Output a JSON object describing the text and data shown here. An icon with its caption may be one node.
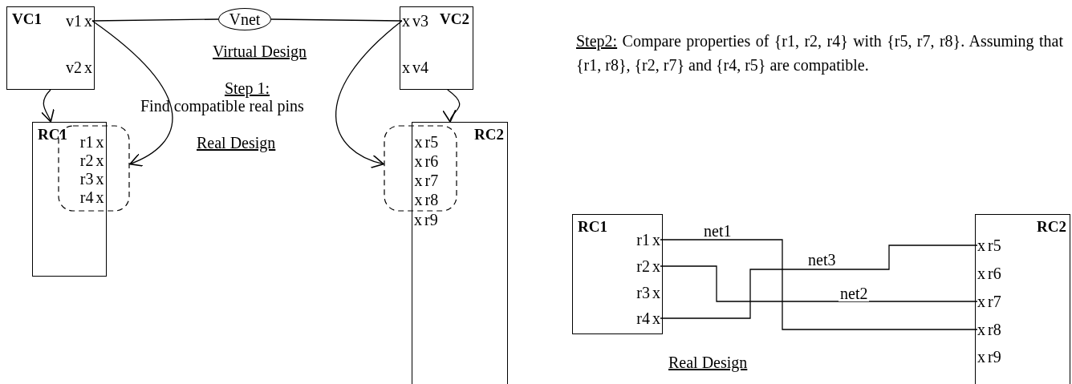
{
  "diagram": {
    "nodes": [
      {
        "text": [
          "VC1"
        ]
      },
      {
        "text": [
          "v1",
          "x"
        ],
        "in": 0
      },
      {
        "text": [
          "v2",
          "x"
        ],
        "in": 0
      },
      {
        "text": [
          "Vnet"
        ]
      },
      {
        "text": [
          "VC2"
        ]
      },
      {
        "text": [
          "x",
          "v3"
        ],
        "in": 4
      },
      {
        "text": [
          "x",
          "v4"
        ],
        "in": 4
      },
      {
        "text": [
          "RC1"
        ]
      },
      {
        "text": [
          "r1",
          "x"
        ]
      },
      {
        "text": [
          "r2",
          "x"
        ]
      },
      {
        "text": [
          "r3",
          "x"
        ]
      },
      {
        "text": [
          "r4",
          "x"
        ]
      },
      {
        "text": [],
        "shape": "cloud"
      },
      {
        "text": [
          "RC2"
        ]
      },
      {
        "text": [
          "x",
          "r5"
        ]
      },
      {
        "text": [
          "x",
          "r6"
        ]
      },
      {
        "text": [
          "x",
          "r7"
        ]
      },
      {
        "text": [
          "x",
          "r8"
        ]
      },
      {
        "text": [
          "x",
          "r9"
        ],
        "in": 13
      },
      {
        "text": [],
        "shape": "cloud"
      },
      {
        "text": [
          "RC1"
        ]
      },
      {
        "text": [
          "r1",
          "x"
        ],
        "in": 20
      },
      {
        "text": [
          "r2",
          "x"
        ],
        "in": 20
      },
      {
        "text": [
          "r3",
          "x"
        ],
        "in": 20
      },
      {
        "text": [
          "r4",
          "x"
        ],
        "in": 20
      },
      {
        "text": [
          "RC2"
        ]
      },
      {
        "text": [
          "x",
          "r5"
        ],
        "in": 25
      },
      {
        "text": [
          "x",
          "r6"
        ],
        "in": 25
      },
      {
        "text": [
          "x",
          "r7"
        ],
        "in": 25
      },
      {
        "text": [
          "x",
          "r8"
        ],
        "in": 25
      },
      {
        "text": [
          "x",
          "r9"
        ],
        "in": 25
      }
    ],
    "edges": [
      {
        "from": 1,
        "to": 3,
        "arrow": "none"
      },
      {
        "from": 3,
        "to": 5,
        "arrow": "none"
      },
      {
        "from": 0,
        "to": 7,
        "arrow": "to"
      },
      {
        "from": 1,
        "to": 12,
        "arrow": "to"
      },
      {
        "from": 5,
        "to": 19,
        "arrow": "to"
      },
      {
        "from": 4,
        "to": 13,
        "arrow": "to"
      },
      {
        "from": 21,
        "to": 29,
        "arrow": "none",
        "label": "net1"
      },
      {
        "from": 24,
        "to": 26,
        "arrow": "none",
        "label": "net3"
      },
      {
        "from": 22,
        "to": 28,
        "arrow": "none",
        "label": "net2"
      }
    ],
    "labels": [
      "Virtual Design",
      "Step2:",
      "Compare properties of {r1, r2, r4} with {r5, r7, r8}. Assuming that {r1, r8}, {r2, r7} and {r4, r5} are compatible.",
      "Step 1:",
      "Find compatible real pins",
      "Real Design",
      "Real Design"
    ]
  }
}
